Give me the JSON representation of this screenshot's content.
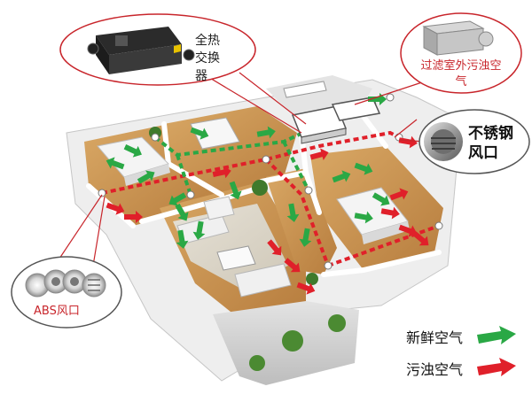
{
  "labels": {
    "heat_exchanger": "全热交换器",
    "filter_outdoor": "过滤室外污浊空气",
    "stainless_vent": "不锈钢风口",
    "abs_vent": "ABS风口"
  },
  "legend": {
    "fresh_air": "新鲜空气",
    "dirty_air": "污浊空气"
  },
  "colors": {
    "fresh": "#2aa845",
    "dirty": "#e0202a",
    "callout_border": "#c8252b",
    "floor": "#c9924f",
    "wall": "#f2f2f2"
  }
}
